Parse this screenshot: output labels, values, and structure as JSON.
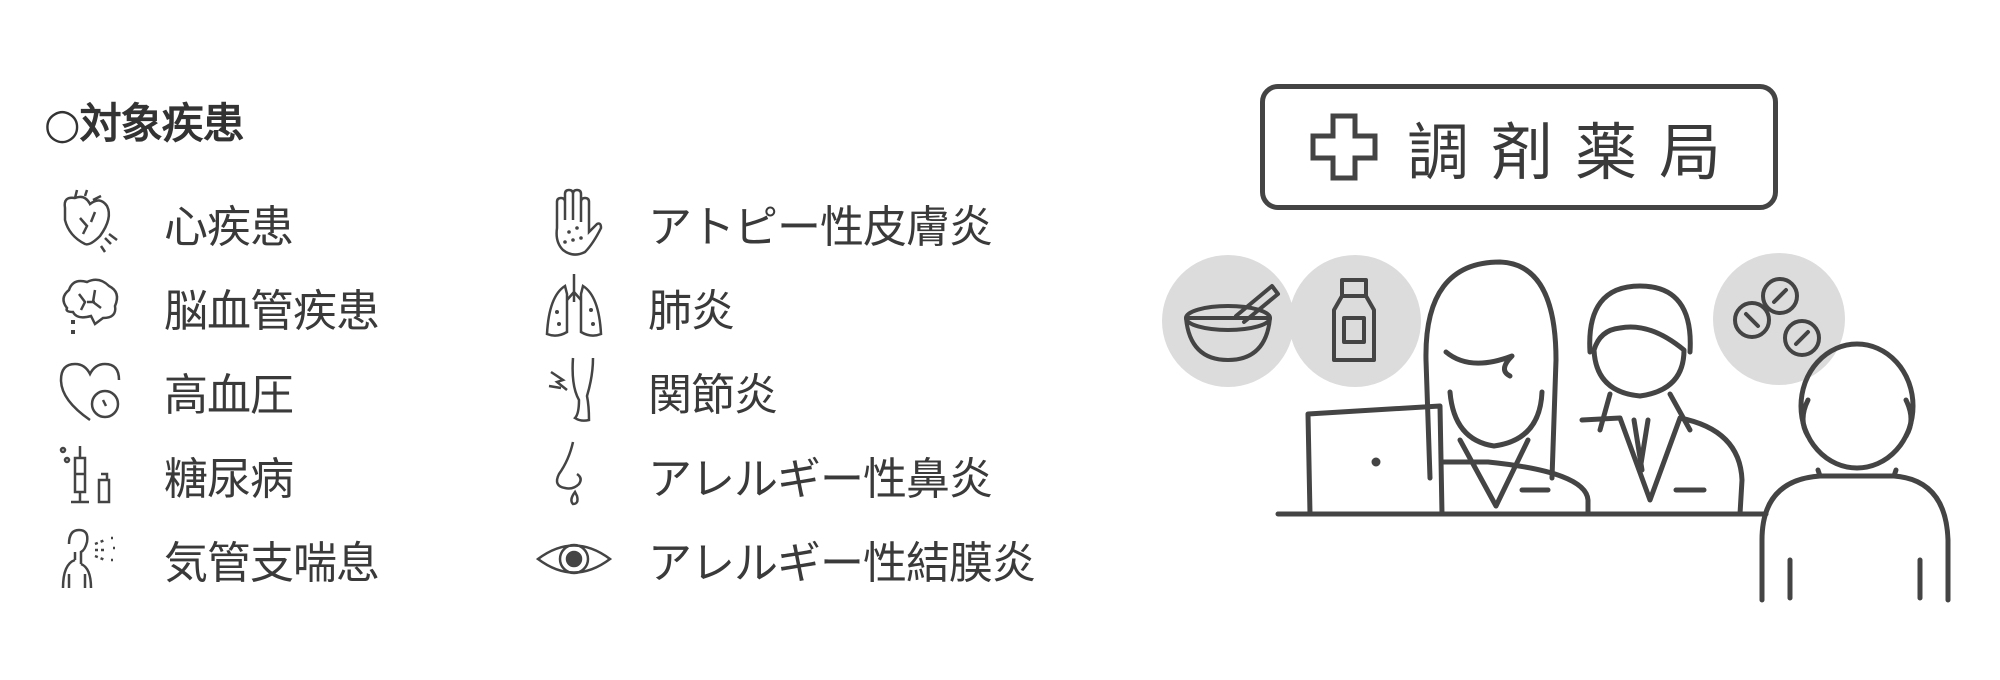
{
  "section_title": "○対象疾患",
  "diseases_left": [
    {
      "label": "心疾患",
      "icon": "heart-organ-icon"
    },
    {
      "label": "脳血管疾患",
      "icon": "brain-icon"
    },
    {
      "label": "高血圧",
      "icon": "heart-gauge-icon"
    },
    {
      "label": "糖尿病",
      "icon": "syringe-icon"
    },
    {
      "label": "気管支喘息",
      "icon": "bronchi-icon"
    }
  ],
  "diseases_right": [
    {
      "label": "アトピー性皮膚炎",
      "icon": "hand-icon"
    },
    {
      "label": "肺炎",
      "icon": "lungs-icon"
    },
    {
      "label": "関節炎",
      "icon": "leg-icon"
    },
    {
      "label": "アレルギー性鼻炎",
      "icon": "nose-icon"
    },
    {
      "label": "アレルギー性結膜炎",
      "icon": "eye-icon"
    }
  ],
  "pharmacy_sign": "調剤薬局",
  "colors": {
    "stroke": "#444444",
    "circle_fill": "#dcdcdc",
    "text": "#3a3a3a"
  }
}
